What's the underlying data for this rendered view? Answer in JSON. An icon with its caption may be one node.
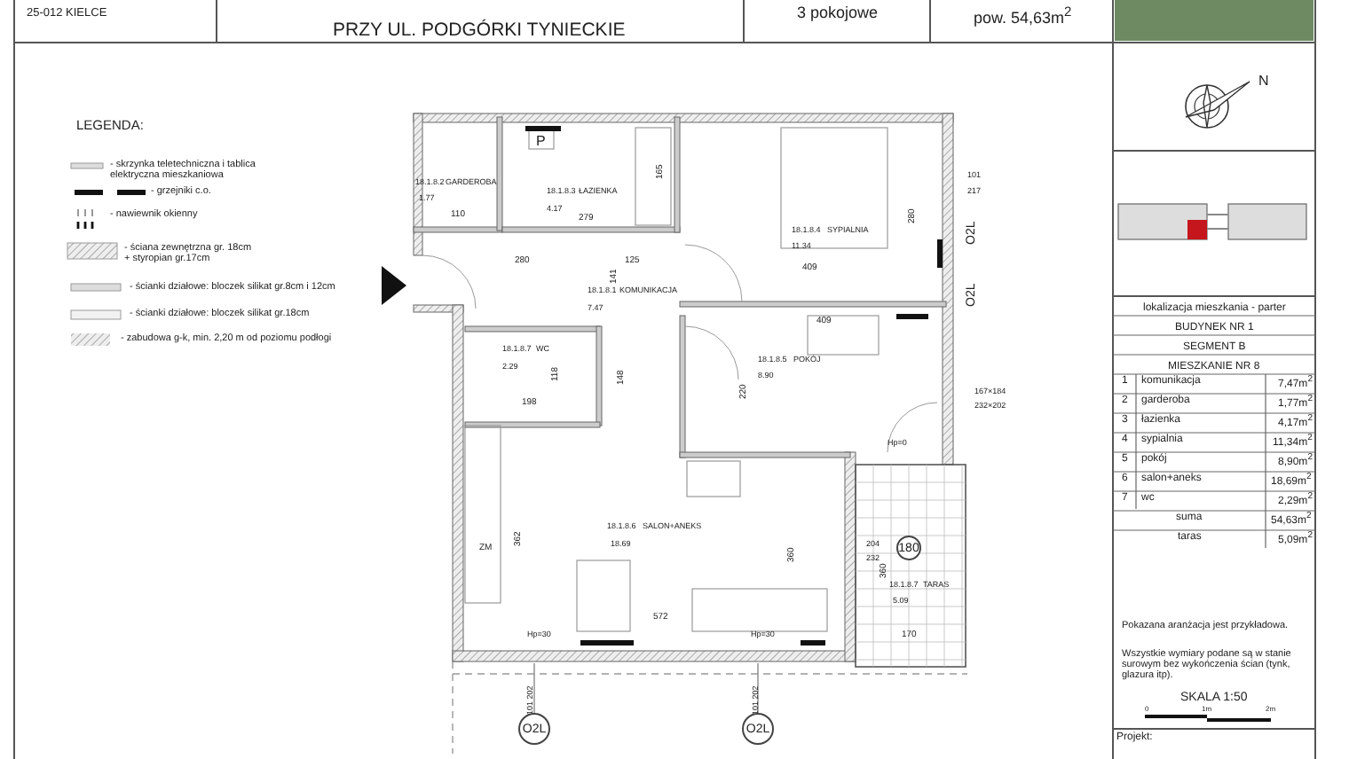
{
  "diagram": {
    "nodes": [
      {
        "text": [
          "O2L"
        ]
      },
      {
        "text": [
          "O2L"
        ]
      },
      {
        "text": [
          "180"
        ]
      }
    ],
    "edges": [
      {
        "from": 0,
        "to": null,
        "arrow": "none"
      },
      {
        "from": 1,
        "to": null,
        "arrow": "none"
      }
    ],
    "labels": [
      "25-012 KIELCE",
      "PRZY UL. PODGÓRKI TYNIECKIE",
      "3 pokojowe",
      "pow. 54,63m$^{2}$",
      "N",
      "LEGENDA:",
      "18.1.8.2",
      "GARDEROBA",
      "1.77",
      "110",
      "P",
      "18.1.8.3",
      "ŁAZIENKA",
      "4.17",
      "279",
      "165",
      "18.1.8.4",
      "SYPIALNIA",
      "11.34",
      "280",
      "101",
      "217",
      "O2L",
      "280",
      "125",
      "409",
      "141",
      "18.1.8.1",
      "KOMUNIKACJA",
      "7.47",
      "409",
      "O2L",
      "18.1.8.7",
      "WC",
      "2.29",
      "118",
      "148",
      "18.1.8.5",
      "POKÓJ",
      "8.90",
      "220",
      "198",
      "167×184",
      "232×202",
      "Hp=0",
      "18.1.8.6",
      "SALON+ANEKS",
      "18.69",
      "ZM",
      "362",
      "360",
      "204",
      "232",
      "360",
      "18.1.8.7",
      "TARAS",
      "5.09",
      "572",
      "Hp=30",
      "Hp=30",
      "170",
      "101 202",
      "101 202",
      "lokalizacja mieszkania - parter",
      "BUDYNEK NR 1",
      "SEGMENT B",
      "MIESZKANIE NR 8",
      "1",
      "komunikacja",
      "7,47m$^{2}$",
      "2",
      "garderoba",
      "1,77m$^{2}$",
      "3",
      "łazienka",
      "4,17m$^{2}$",
      "4",
      "sypialnia",
      "11,34m$^{2}$",
      "5",
      "pokój",
      "8,90m$^{2}$",
      "6",
      "salon+aneks",
      "18,69m$^{2}$",
      "7",
      "wc",
      "2,29m$^{2}$",
      "suma",
      "54,63m$^{2}$",
      "taras",
      "5,09m$^{2}$",
      "Pokazana aranżacja jest przykładowa.",
      "Wszystkie wymiary podane są w stanie surowym bez wykończenia ścian (tynk, glazura itp).",
      "SKALA 1:50",
      "0",
      "1m",
      "2m",
      "Projekt:"
    ],
    "legend": [
      {
        "text": "- skrzynka teletechniczna i tablica elektryczna mieszkaniowa"
      },
      {
        "text": "- grzejniki c.o."
      },
      {
        "text": "- nawiewnik okienny"
      },
      {
        "text": "- ściana zewnętrzna gr. 18cm + styropian gr.17cm"
      },
      {
        "text": "- ścianki działowe: bloczek silikat gr.8cm i 12cm"
      },
      {
        "text": "- ścianki działowe: bloczek silikat gr.18cm"
      },
      {
        "text": "- zabudowa g-k, min. 2,20 m od poziomu podłogi"
      }
    ]
  }
}
